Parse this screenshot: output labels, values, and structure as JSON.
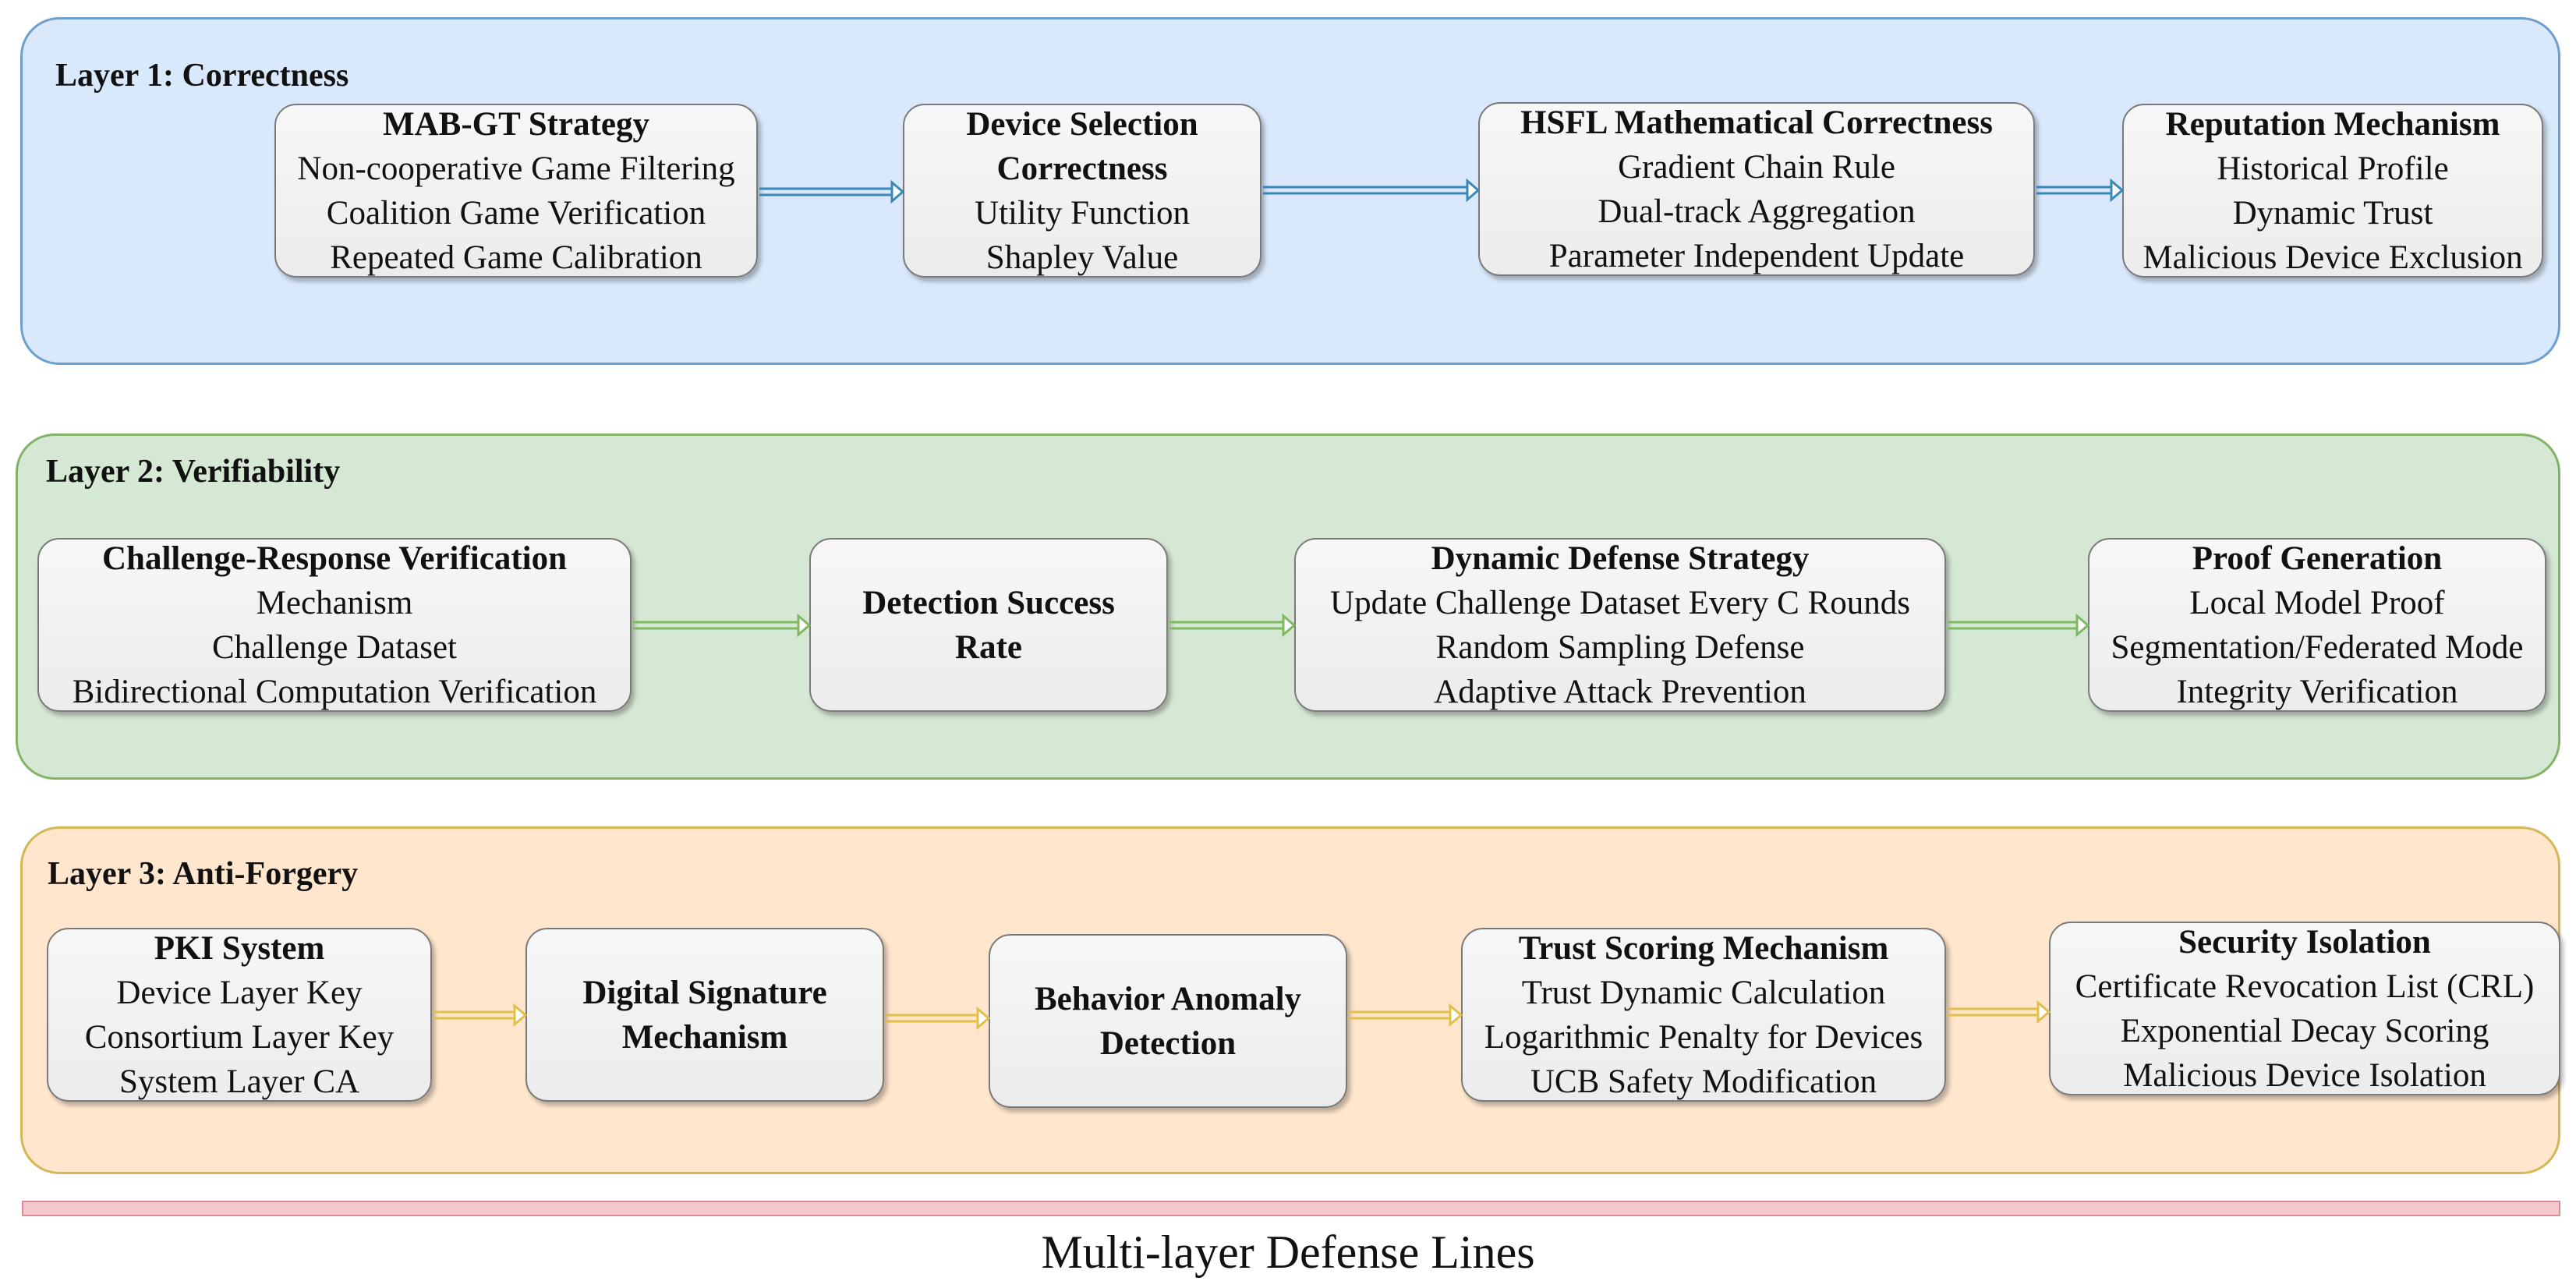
{
  "layers": [
    {
      "title": "Layer 1: Correctness",
      "bg": "#d9e8fb",
      "border": "#6d9fcf",
      "arrow": "#3a87b8",
      "boxes": [
        {
          "title": "MAB-GT Strategy",
          "lines": [
            "Non-cooperative Game Filtering",
            "Coalition Game Verification",
            "Repeated Game Calibration"
          ]
        },
        {
          "title": "Device Selection Correctness",
          "lines": [
            "Utility Function",
            "Shapley Value"
          ]
        },
        {
          "title": "HSFL Mathematical Correctness",
          "lines": [
            "Gradient Chain Rule",
            "Dual-track Aggregation",
            "Parameter Independent Update"
          ]
        },
        {
          "title": "Reputation Mechanism",
          "lines": [
            "Historical Profile",
            "Dynamic Trust",
            "Malicious Device Exclusion"
          ]
        }
      ]
    },
    {
      "title": "Layer 2: Verifiability",
      "bg": "#d5e8d4",
      "border": "#82b366",
      "arrow": "#7fb862",
      "boxes": [
        {
          "title": "Challenge-Response Verification",
          "lines": [
            "Mechanism",
            "Challenge Dataset",
            "Bidirectional Computation Verification"
          ]
        },
        {
          "title": "Detection Success Rate",
          "lines": []
        },
        {
          "title": "Dynamic Defense Strategy",
          "lines": [
            "Update Challenge Dataset Every C Rounds",
            "Random Sampling Defense",
            "Adaptive Attack Prevention"
          ]
        },
        {
          "title": "Proof Generation",
          "lines": [
            "Local Model Proof",
            "Segmentation/Federated Mode",
            "Integrity Verification"
          ]
        }
      ]
    },
    {
      "title": "Layer 3: Anti-Forgery",
      "bg": "#ffe6cc",
      "border": "#d6b656",
      "arrow": "#e0c04a",
      "boxes": [
        {
          "title": "PKI System",
          "lines": [
            "Device Layer Key",
            "Consortium Layer Key",
            "System Layer CA"
          ]
        },
        {
          "title": "Digital Signature Mechanism",
          "lines": []
        },
        {
          "title": "Behavior Anomaly Detection",
          "lines": []
        },
        {
          "title": "Trust Scoring Mechanism",
          "lines": [
            "Trust Dynamic Calculation",
            "Logarithmic Penalty for Devices",
            "UCB Safety Modification"
          ]
        },
        {
          "title": "Security Isolation",
          "lines": [
            "Certificate Revocation List (CRL)",
            "Exponential Decay Scoring",
            "Malicious Device Isolation"
          ]
        }
      ]
    }
  ],
  "footer": {
    "caption": "Multi-layer Defense Lines",
    "bar_color": "#f4c7cc"
  }
}
